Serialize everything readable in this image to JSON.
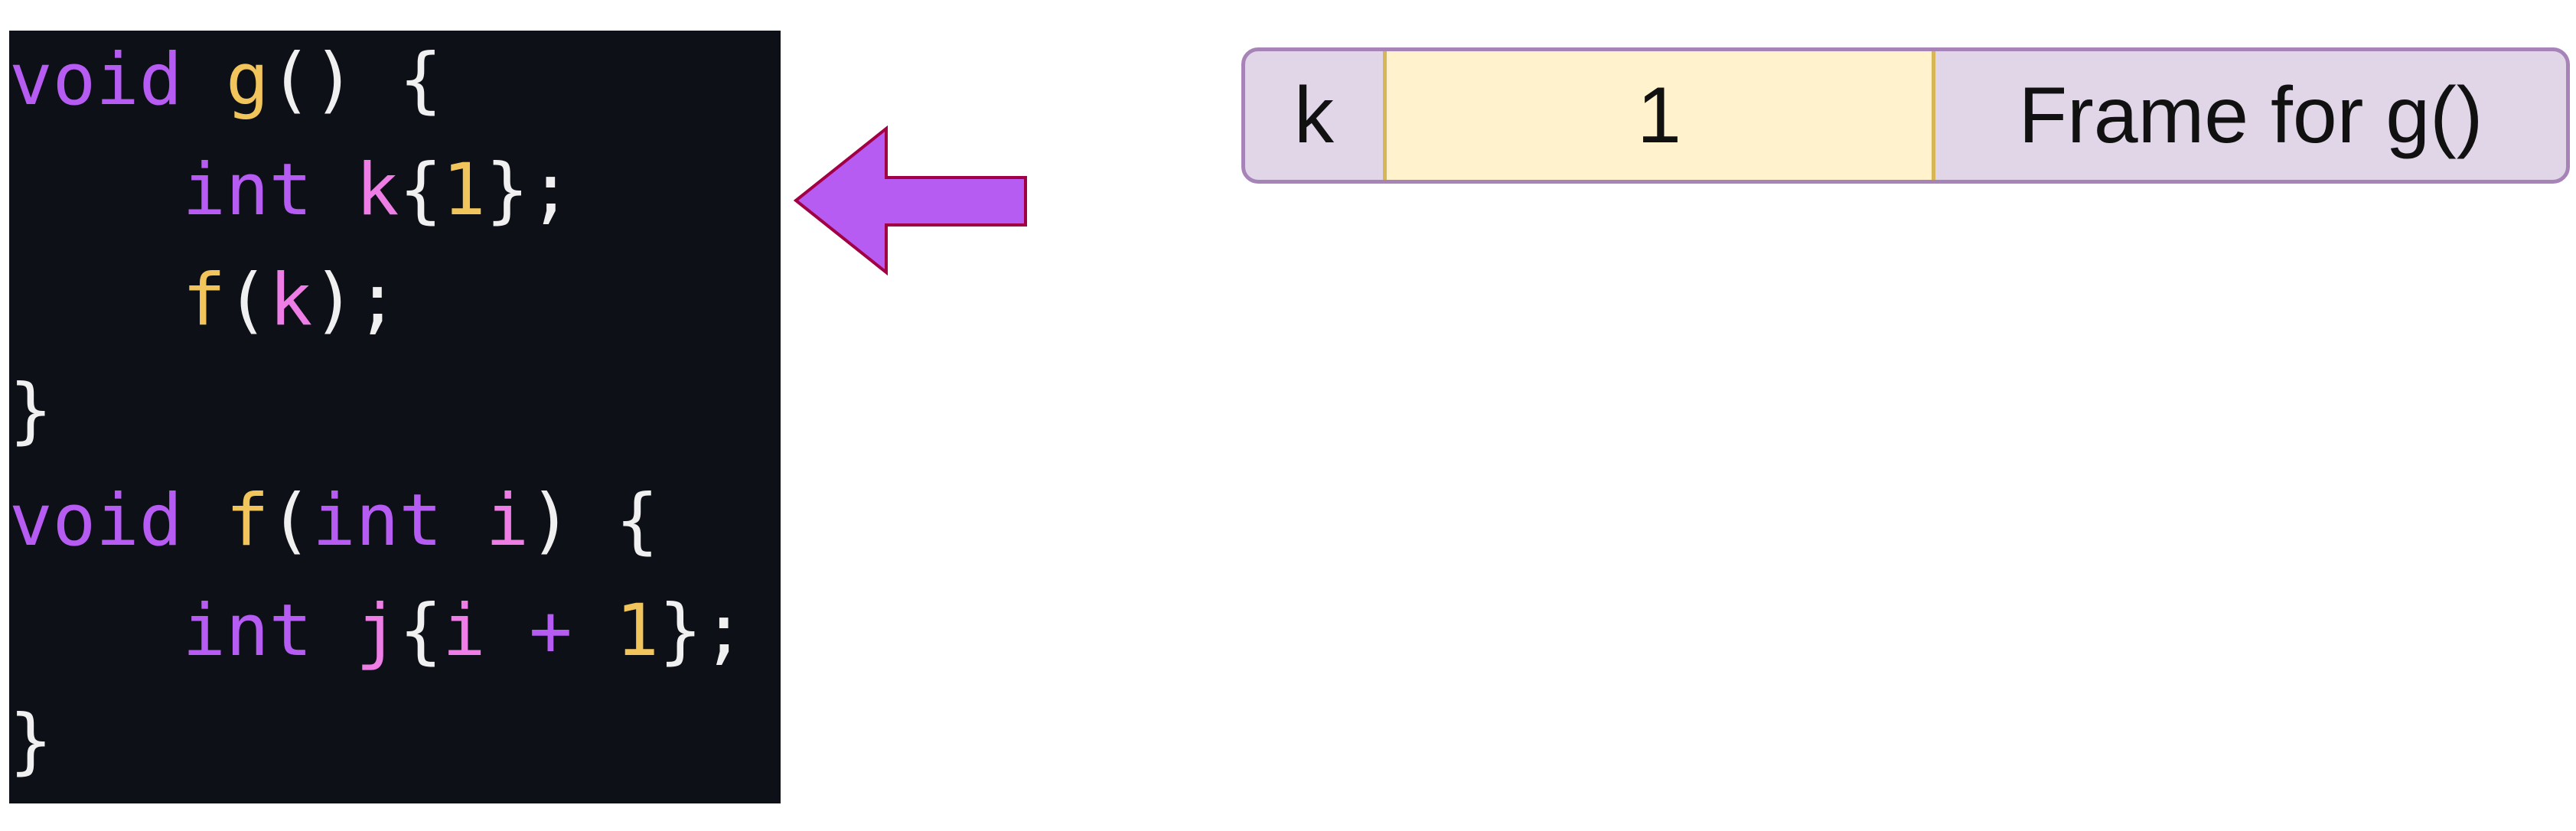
{
  "code": {
    "lines": [
      {
        "tokens": [
          {
            "text": "void",
            "kind": "kw"
          },
          {
            "text": " ",
            "kind": "punc"
          },
          {
            "text": "g",
            "kind": "fn"
          },
          {
            "text": "() {",
            "kind": "punc"
          }
        ]
      },
      {
        "tokens": [
          {
            "text": "    ",
            "kind": "punc"
          },
          {
            "text": "int",
            "kind": "kw"
          },
          {
            "text": " ",
            "kind": "punc"
          },
          {
            "text": "k",
            "kind": "var"
          },
          {
            "text": "{",
            "kind": "punc"
          },
          {
            "text": "1",
            "kind": "num"
          },
          {
            "text": "};",
            "kind": "punc"
          }
        ]
      },
      {
        "tokens": [
          {
            "text": "    ",
            "kind": "punc"
          },
          {
            "text": "f",
            "kind": "fn"
          },
          {
            "text": "(",
            "kind": "punc"
          },
          {
            "text": "k",
            "kind": "var"
          },
          {
            "text": ");",
            "kind": "punc"
          }
        ]
      },
      {
        "tokens": [
          {
            "text": "}",
            "kind": "punc"
          }
        ]
      },
      {
        "tokens": [
          {
            "text": "void",
            "kind": "kw"
          },
          {
            "text": " ",
            "kind": "punc"
          },
          {
            "text": "f",
            "kind": "fn"
          },
          {
            "text": "(",
            "kind": "punc"
          },
          {
            "text": "int",
            "kind": "kw"
          },
          {
            "text": " ",
            "kind": "punc"
          },
          {
            "text": "i",
            "kind": "var"
          },
          {
            "text": ") {",
            "kind": "punc"
          }
        ]
      },
      {
        "tokens": [
          {
            "text": "    ",
            "kind": "punc"
          },
          {
            "text": "int",
            "kind": "kw"
          },
          {
            "text": " ",
            "kind": "punc"
          },
          {
            "text": "j",
            "kind": "var"
          },
          {
            "text": "{",
            "kind": "punc"
          },
          {
            "text": "i",
            "kind": "var"
          },
          {
            "text": " ",
            "kind": "punc"
          },
          {
            "text": "+",
            "kind": "kw"
          },
          {
            "text": " ",
            "kind": "punc"
          },
          {
            "text": "1",
            "kind": "num"
          },
          {
            "text": "};",
            "kind": "punc"
          }
        ]
      },
      {
        "tokens": [
          {
            "text": "}",
            "kind": "punc"
          }
        ]
      }
    ],
    "colors": {
      "background": "#0d1117",
      "keyword": "#b65cf2",
      "function": "#f2c55c",
      "variable": "#ef7de6",
      "number": "#f2c55c",
      "punctuation": "#f0f0f0"
    }
  },
  "arrow": {
    "icon": "left-arrow-icon",
    "fill": "#b65cf2",
    "stroke": "#a20044"
  },
  "stack_frame": {
    "variable_name": "k",
    "value": "1",
    "frame_label": "Frame for g()",
    "colors": {
      "frame_fill": "#e1d5e8",
      "frame_border": "#a784b8",
      "value_fill": "#fff2cc",
      "value_border": "#d6b656"
    }
  }
}
